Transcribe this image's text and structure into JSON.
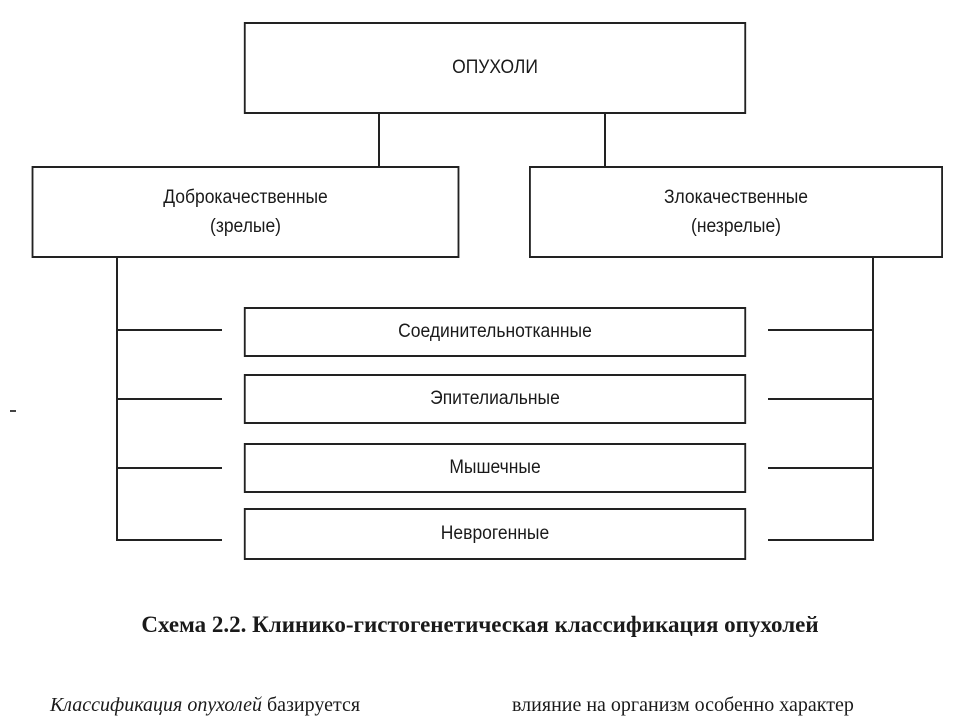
{
  "diagram": {
    "root": "ОПУХОЛИ",
    "benign": {
      "line1": "Доброкачественные",
      "line2": "(зрелые)"
    },
    "malignant": {
      "line1": "Злокачественные",
      "line2": "(незрелые)"
    },
    "types": [
      "Соединительнотканные",
      "Эпителиальные",
      "Мышечные",
      "Неврогенные"
    ]
  },
  "caption": "Схема 2.2. Клинико-гистогенетическая классификация опухолей",
  "body_text": {
    "left_italic": "Классификация опухолей",
    "left_rest": " базируется",
    "right": "влияние на организм особенно характер"
  }
}
